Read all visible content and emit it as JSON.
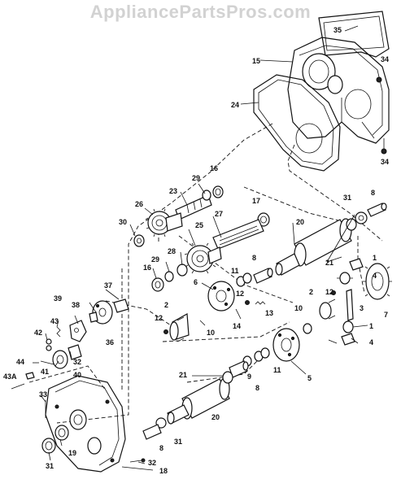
{
  "watermark": "AppliancePartsPros.com",
  "labels": {
    "l35": "35",
    "l34a": "34",
    "l15": "15",
    "l24": "24",
    "l34b": "34",
    "l16a": "16",
    "l29a": "29",
    "l23": "23",
    "l17": "17",
    "l26": "26",
    "l8a": "8",
    "l31a": "31",
    "l30": "30",
    "l27": "27",
    "l20a": "20",
    "l25": "25",
    "l1a": "1",
    "l4a": "4",
    "l28": "28",
    "l29b": "29",
    "l16b": "16",
    "l21a": "21",
    "l8b": "8",
    "l11a": "11",
    "l7": "7",
    "l6": "6",
    "l12a": "12",
    "l13": "13",
    "l2a": "2",
    "l37": "37",
    "l39": "39",
    "l38": "38",
    "l14": "14",
    "l2b": "2",
    "l12b": "12",
    "l3": "3",
    "l10a": "10",
    "l10b": "10",
    "l1b": "1",
    "l12c": "12",
    "l36": "36",
    "l43": "43",
    "l42": "42",
    "l4b": "4",
    "l32a": "32",
    "l9": "9",
    "l11b": "11",
    "l44": "44",
    "l41": "41",
    "l40": "40",
    "l43a": "43A",
    "l5": "5",
    "l21b": "21",
    "l8c": "8",
    "l33": "33",
    "l20b": "20",
    "l31b": "31",
    "l19": "19",
    "l8d": "8",
    "l31c": "31",
    "l32b": "32",
    "l18": "18"
  }
}
